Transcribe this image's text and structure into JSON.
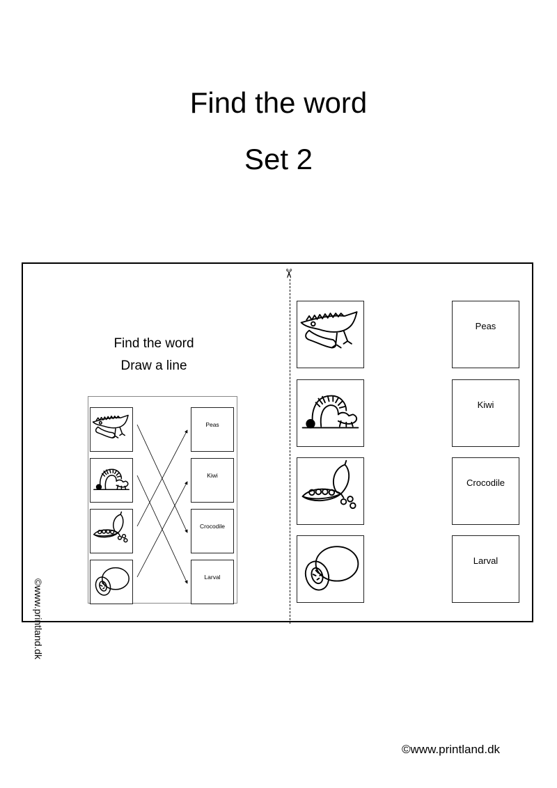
{
  "page": {
    "title": "Find the word",
    "subtitle": "Set 2",
    "footer_copyright": "©www.printland.dk"
  },
  "left_panel": {
    "instruction_1": "Find the word",
    "instruction_2": "Draw a line",
    "vertical_copyright": "©www.printland.dk",
    "preview": {
      "pictures": [
        "crocodile",
        "larva",
        "peas",
        "kiwi"
      ],
      "words": [
        "Peas",
        "Kiwi",
        "Crocodile",
        "Larval"
      ]
    }
  },
  "right_panel": {
    "cut_icon": "scissors-icon",
    "pictures": [
      "crocodile",
      "larva",
      "peas",
      "kiwi"
    ],
    "words": [
      "Peas",
      "Kiwi",
      "Crocodile",
      "Larval"
    ]
  }
}
